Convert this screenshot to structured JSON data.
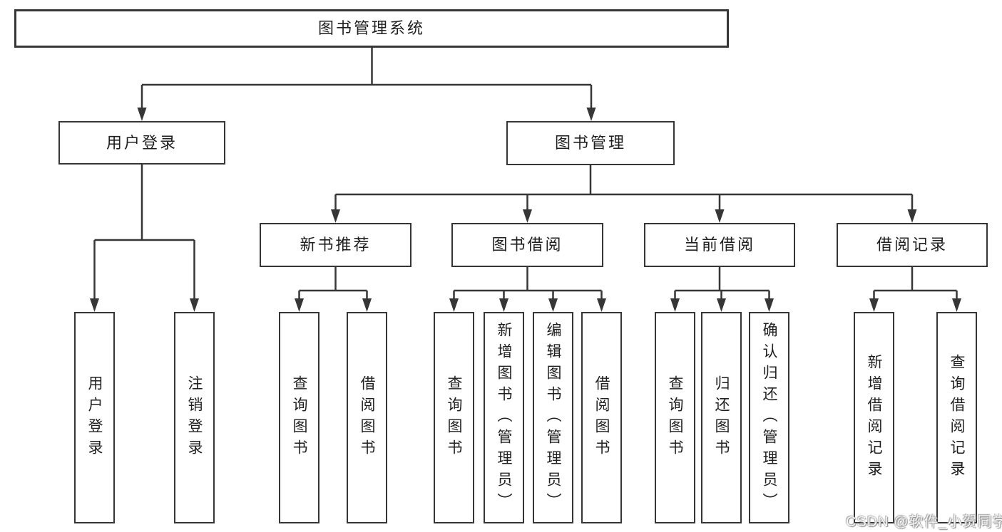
{
  "diagram": {
    "root": "图书管理系统",
    "user_branch": {
      "label": "用户登录",
      "children": [
        "用户登录",
        "注销登录"
      ]
    },
    "book_branch": {
      "label": "图书管理",
      "modules": [
        {
          "label": "新书推荐",
          "children": [
            "查询图书",
            "借阅图书"
          ]
        },
        {
          "label": "图书借阅",
          "children": [
            "查询图书",
            "新增图书（管理员）",
            "编辑图书（管理员）",
            "借阅图书"
          ]
        },
        {
          "label": "当前借阅",
          "children": [
            "查询图书",
            "归还图书",
            "确认归还（管理员）"
          ]
        },
        {
          "label": "借阅记录",
          "children": [
            "新增借阅记录",
            "查询借阅记录"
          ]
        }
      ]
    }
  },
  "watermark": {
    "text": "CSDN @软件_小贺同学"
  },
  "colors": {
    "line": "#363636",
    "text": "#1f1f1f",
    "background": "#ffffff"
  }
}
